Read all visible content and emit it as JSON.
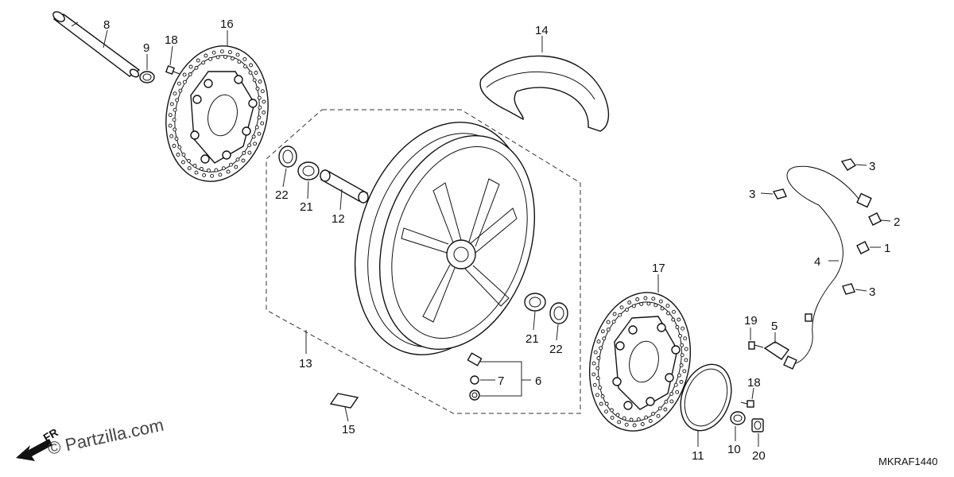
{
  "diagram": {
    "code": "MKRAF1440",
    "watermark": "© Partzilla.com",
    "direction_label": "FR",
    "callouts": {
      "c1": "1",
      "c2": "2",
      "c3a": "3",
      "c3b": "3",
      "c3c": "3",
      "c4": "4",
      "c5": "5",
      "c6": "6",
      "c7": "7",
      "c8": "8",
      "c9": "9",
      "c10": "10",
      "c11": "11",
      "c12": "12",
      "c13": "13",
      "c14": "14",
      "c15": "15",
      "c16": "16",
      "c17": "17",
      "c18a": "18",
      "c18b": "18",
      "c19": "19",
      "c20": "20",
      "c21a": "21",
      "c21b": "21",
      "c22a": "22",
      "c22b": "22"
    }
  }
}
